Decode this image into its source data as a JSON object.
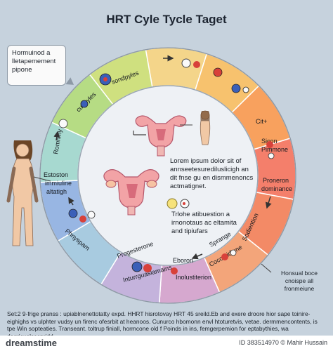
{
  "title": "HRT Cyle Tycle Taget",
  "callout": [
    "Hormuinod a",
    "lletapemement",
    "pipone"
  ],
  "ring_segments": [
    {
      "color": "#f4d58a"
    },
    {
      "color": "#f7c26e"
    },
    {
      "color": "#f8a15e"
    },
    {
      "color": "#f47f6b"
    },
    {
      "color": "#f38a66"
    },
    {
      "color": "#f3a57a"
    },
    {
      "color": "#d6a8cf"
    },
    {
      "color": "#c4b3dc"
    },
    {
      "color": "#a8cbe0"
    },
    {
      "color": "#98b6e3"
    },
    {
      "color": "#a7d9d0"
    },
    {
      "color": "#b6dc84"
    },
    {
      "color": "#cfe07f"
    }
  ],
  "ring_labels": {
    "l_top_left": "sondpyles",
    "l_top_left2": "cuhpyles",
    "l_right1": "Cit+",
    "l_right2": "Sicon",
    "l_right3": "Pimmone",
    "l_right4": "Proneron",
    "l_right5": "dominance",
    "l_left1": "Romnmy",
    "l_left2": "Estoston",
    "l_left3": "immiuline",
    "l_left4": "altatigh",
    "l_left5": "Phnyspam",
    "l_bot1": "Progesterone",
    "l_bot2": "Inturrguaslamains",
    "l_bot3": "Eboron",
    "l_bot4": "Inolustiterion",
    "l_br1": "Sprange",
    "l_br2": "Cocomidiune",
    "l_br3": "Sodiention"
  },
  "inner": {
    "text1": [
      "Lorem ipsum dolor sit of",
      "annseetesurediluslicigh an",
      "dit fnse gu en dismmenoncs",
      "actmatignet."
    ],
    "text2": [
      "Trlohe atibuestion a",
      "irnonotaus ac eltamita",
      "and tipiufars"
    ]
  },
  "sidenote": [
    "Honsual boce",
    "cnoispe all",
    "fronmeiune"
  ],
  "footer": "Set:2 9-frige pranss : upiablnenettotatty expd. HHRT hisrotovay HRT 45 sreild.Eb and exere droore hior sape toinire-eighighs vs ulphter vudsy un firenc ofesrbit at heanoos. Cunurco hbomonn envl htoturetvis, vetae. dermmencontents, is tpe Win sopteaties. Transeant. toltrup finiall, hormcone old f Poinds in ins, femgerpemion for eptabythies, wa dagriexelsespridd.",
  "watermark": {
    "logo": "dreamstime",
    "id": "ID 383514970 © Mahir Hussain"
  },
  "colors": {
    "background": "#c6d2dd",
    "inner_circle": "#eef1f5",
    "accent_red": "#d8413a",
    "accent_blue": "#3b5fb8"
  }
}
